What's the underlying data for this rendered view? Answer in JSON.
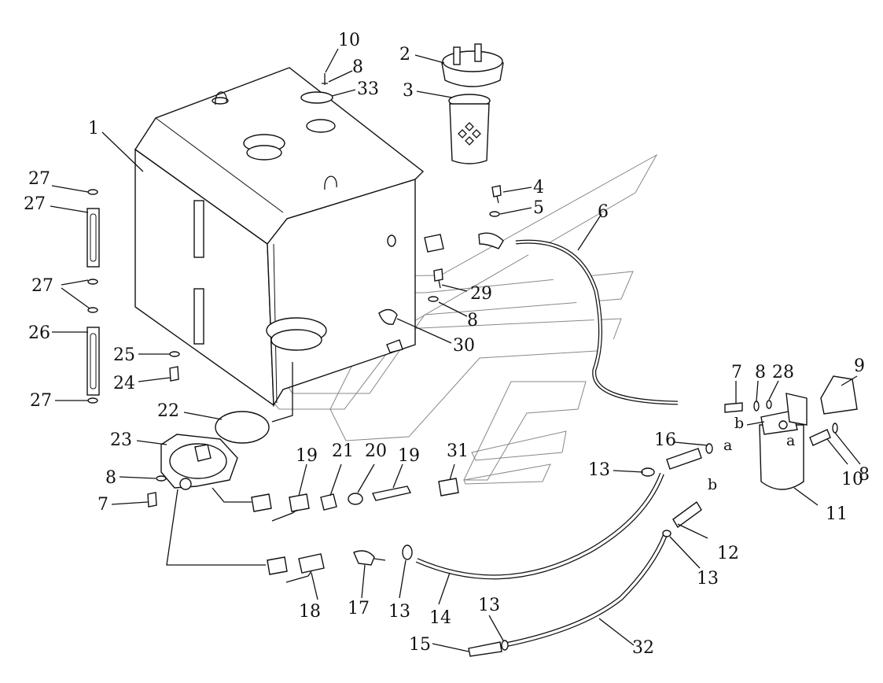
{
  "callouts": [
    {
      "id": "c1",
      "text": "1"
    },
    {
      "id": "c2",
      "text": "2"
    },
    {
      "id": "c3",
      "text": "3"
    },
    {
      "id": "c4",
      "text": "4"
    },
    {
      "id": "c5",
      "text": "5"
    },
    {
      "id": "c6",
      "text": "6"
    },
    {
      "id": "c7a",
      "text": "7"
    },
    {
      "id": "c7b",
      "text": "7"
    },
    {
      "id": "c8a",
      "text": "8"
    },
    {
      "id": "c8b",
      "text": "8"
    },
    {
      "id": "c8c",
      "text": "8"
    },
    {
      "id": "c8d",
      "text": "8"
    },
    {
      "id": "c8e",
      "text": "8"
    },
    {
      "id": "c9",
      "text": "9"
    },
    {
      "id": "c10a",
      "text": "10"
    },
    {
      "id": "c10b",
      "text": "10"
    },
    {
      "id": "c11",
      "text": "11"
    },
    {
      "id": "c12",
      "text": "12"
    },
    {
      "id": "c13a",
      "text": "13"
    },
    {
      "id": "c13b",
      "text": "13"
    },
    {
      "id": "c13c",
      "text": "13"
    },
    {
      "id": "c13d",
      "text": "13"
    },
    {
      "id": "c14",
      "text": "14"
    },
    {
      "id": "c15",
      "text": "15"
    },
    {
      "id": "c16",
      "text": "16"
    },
    {
      "id": "c17",
      "text": "17"
    },
    {
      "id": "c18",
      "text": "18"
    },
    {
      "id": "c19a",
      "text": "19"
    },
    {
      "id": "c19b",
      "text": "19"
    },
    {
      "id": "c20",
      "text": "20"
    },
    {
      "id": "c21",
      "text": "21"
    },
    {
      "id": "c22",
      "text": "22"
    },
    {
      "id": "c23",
      "text": "23"
    },
    {
      "id": "c24",
      "text": "24"
    },
    {
      "id": "c25",
      "text": "25"
    },
    {
      "id": "c26",
      "text": "26"
    },
    {
      "id": "c27a",
      "text": "27"
    },
    {
      "id": "c27b",
      "text": "27"
    },
    {
      "id": "c27c",
      "text": "27"
    },
    {
      "id": "c27d",
      "text": "27"
    },
    {
      "id": "c28",
      "text": "28"
    },
    {
      "id": "c29",
      "text": "29"
    },
    {
      "id": "c30",
      "text": "30"
    },
    {
      "id": "c31",
      "text": "31"
    },
    {
      "id": "c32",
      "text": "32"
    },
    {
      "id": "c33",
      "text": "33"
    }
  ],
  "connection_marks": [
    {
      "id": "ma1",
      "text": "a"
    },
    {
      "id": "ma2",
      "text": "a"
    },
    {
      "id": "mb1",
      "text": "b"
    },
    {
      "id": "mb2",
      "text": "b"
    }
  ]
}
